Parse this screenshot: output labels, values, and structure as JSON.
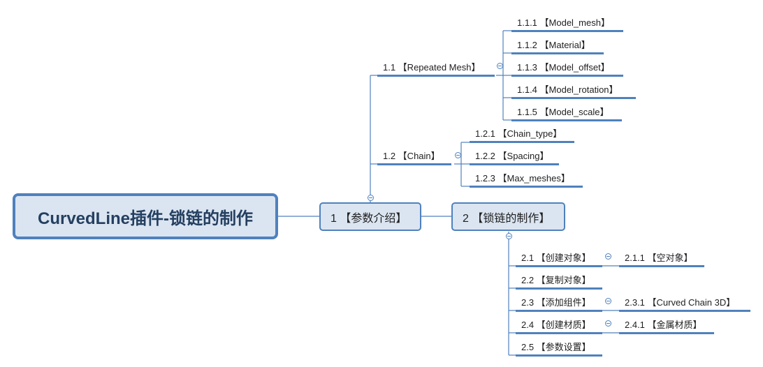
{
  "root": {
    "title": "CurvedLine插件-锁链的制作"
  },
  "topic1": {
    "label": "1 【参数介绍】",
    "items": [
      {
        "label": "1.1 【Repeated Mesh】",
        "children": [
          "1.1.1 【Model_mesh】",
          "1.1.2 【Material】",
          "1.1.3 【Model_offset】",
          "1.1.4 【Model_rotation】",
          "1.1.5 【Model_scale】"
        ]
      },
      {
        "label": "1.2 【Chain】",
        "children": [
          "1.2.1 【Chain_type】",
          "1.2.2 【Spacing】",
          "1.2.3 【Max_meshes】"
        ]
      }
    ]
  },
  "topic2": {
    "label": "2 【锁链的制作】",
    "items": [
      {
        "label": "2.1 【创建对象】",
        "children": [
          "2.1.1 【空对象】"
        ]
      },
      {
        "label": "2.2 【复制对象】",
        "children": []
      },
      {
        "label": "2.3 【添加组件】",
        "children": [
          "2.3.1 【Curved Chain 3D】"
        ]
      },
      {
        "label": "2.4 【创建材质】",
        "children": [
          "2.4.1 【金属材质】"
        ]
      },
      {
        "label": "2.5 【参数设置】",
        "children": []
      }
    ]
  },
  "colors": {
    "line": "#4f81bd",
    "fill": "#dbe5f1",
    "root_text": "#243f60"
  }
}
